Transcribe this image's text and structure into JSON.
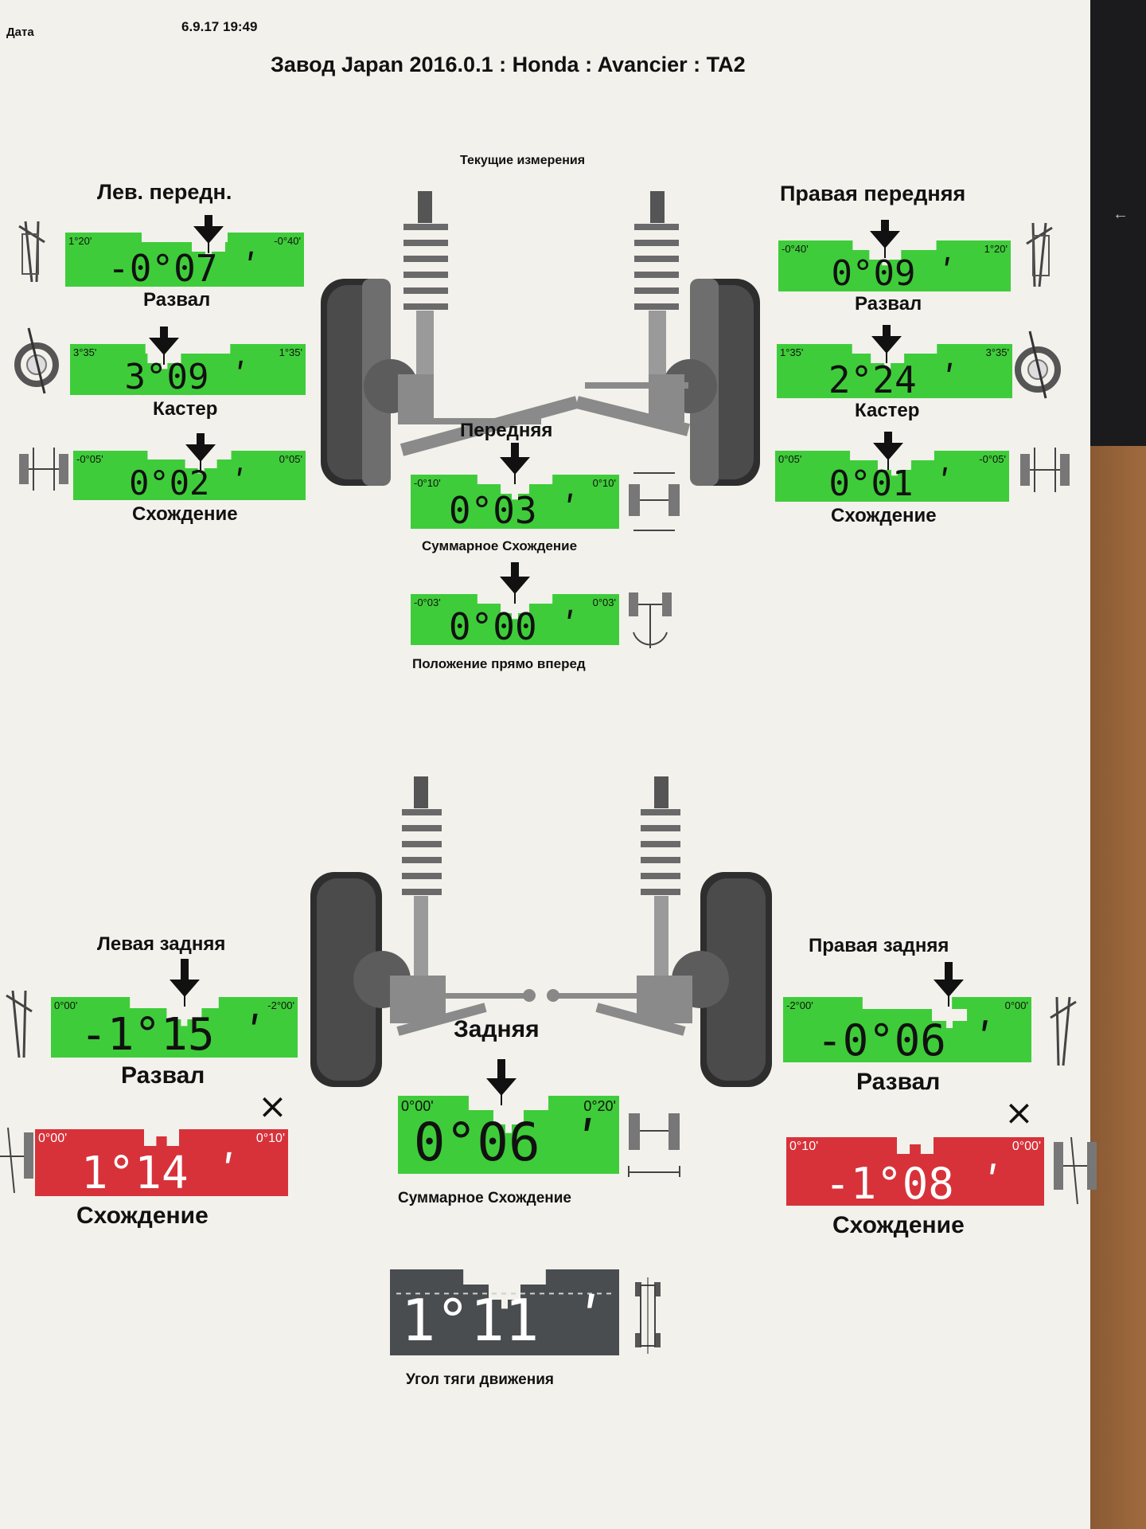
{
  "header": {
    "date_label": "Дата",
    "date_value": "6.9.17 19:49",
    "title": "Завод Japan 2016.0.1 : Honda : Avancier : TA2",
    "current_measurements": "Текущие измерения"
  },
  "colors": {
    "ok": "#3fcc3a",
    "out_of_range": "#d7323a",
    "neutral": "#4a4d4f"
  },
  "front_left": {
    "title": "Лев. передн.",
    "camber": {
      "label": "Развал",
      "value": "-0°07 ʹ",
      "min": "1°20'",
      "max": "-0°40'",
      "status": "ok",
      "position": 0.6
    },
    "caster": {
      "label": "Кастер",
      "value": "3°09 ʹ",
      "min": "3°35'",
      "max": "1°35'",
      "status": "ok",
      "position": 0.4
    },
    "toe": {
      "label": "Схождение",
      "value": "0°02 ʹ",
      "min": "-0°05'",
      "max": "0°05'",
      "status": "ok",
      "position": 0.55
    }
  },
  "front_right": {
    "title": "Правая передняя",
    "camber": {
      "label": "Развал",
      "value": "0°09 ʹ",
      "min": "-0°40'",
      "max": "1°20'",
      "status": "ok",
      "position": 0.46
    },
    "caster": {
      "label": "Кастер",
      "value": "2°24 ʹ",
      "min": "1°35'",
      "max": "3°35'",
      "status": "ok",
      "position": 0.47
    },
    "toe": {
      "label": "Схождение",
      "value": "0°01 ʹ",
      "min": "0°05'",
      "max": "-0°05'",
      "status": "ok",
      "position": 0.51
    }
  },
  "front": {
    "title": "Передняя",
    "total_toe": {
      "label": "Суммарное Схождение",
      "value": "0°03 ʹ",
      "min": "-0°10'",
      "max": "0°10'",
      "status": "ok",
      "position": 0.5
    },
    "straight_ahead": {
      "label": "Положение прямо вперед",
      "value": "0°00 ʹ",
      "min": "-0°03'",
      "max": "0°03'",
      "status": "ok",
      "position": 0.5
    }
  },
  "rear_left": {
    "title": "Левая задняя",
    "camber": {
      "label": "Развал",
      "value": "-1°15 ʹ",
      "min": "0°00'",
      "max": "-2°00'",
      "status": "ok",
      "position": 0.54
    },
    "toe": {
      "label": "Схождение",
      "value": "1°14 ʹ",
      "min": "0°00'",
      "max": "0°10'",
      "status": "out_of_range",
      "position": 0.5
    }
  },
  "rear_right": {
    "title": "Правая задняя",
    "camber": {
      "label": "Развал",
      "value": "-0°06 ʹ",
      "min": "-2°00'",
      "max": "0°00'",
      "status": "ok",
      "position": 0.67
    },
    "toe": {
      "label": "Схождение",
      "value": "-1°08 ʹ",
      "min": "0°10'",
      "max": "0°00'",
      "status": "out_of_range",
      "position": 0.5
    }
  },
  "rear": {
    "title": "Задняя",
    "total_toe": {
      "label": "Суммарное Схождение",
      "value": "0°06 ʹ",
      "min": "0°00'",
      "max": "0°20'",
      "status": "ok",
      "position": 0.5
    }
  },
  "thrust": {
    "label": "Угол тяги движения",
    "value": "1°11 ʹ",
    "status": "neutral",
    "position": 0.5
  },
  "icons": {
    "fail_marker": "×",
    "camber_icon": "camber-wheel-icon",
    "caster_icon": "caster-wheel-icon",
    "toe_icon": "toe-axle-icon",
    "thrust_icon": "thrust-car-icon",
    "nav_arrow": "←"
  }
}
